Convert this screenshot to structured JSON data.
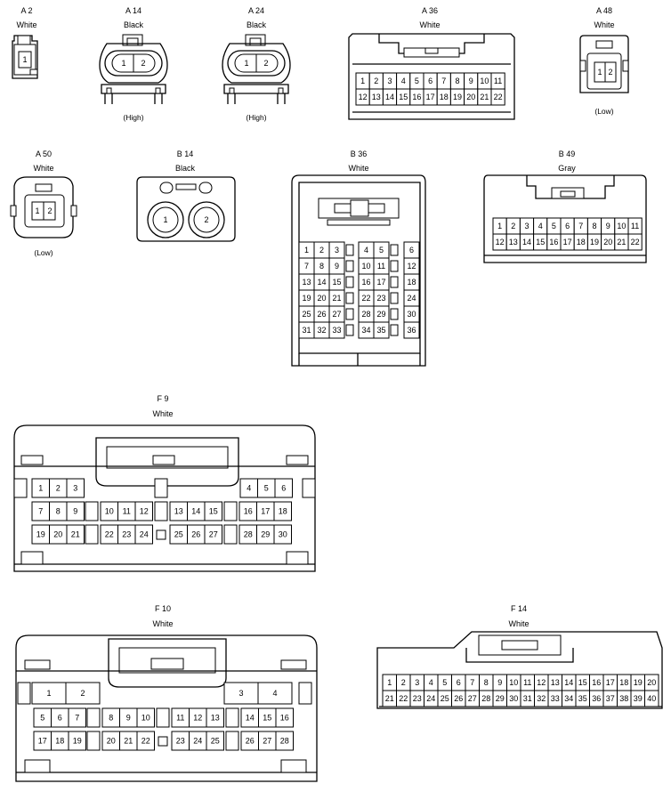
{
  "connectors": {
    "a2": {
      "id": "A 2",
      "color": "White",
      "pins": [
        "1"
      ]
    },
    "a14": {
      "id": "A 14",
      "color": "Black",
      "note": "(High)",
      "pins": [
        "1",
        "2"
      ]
    },
    "a24": {
      "id": "A 24",
      "color": "Black",
      "note": "(High)",
      "pins": [
        "1",
        "2"
      ]
    },
    "a36": {
      "id": "A 36",
      "color": "White",
      "rows": [
        [
          "1",
          "2",
          "3",
          "4",
          "5",
          "6",
          "7",
          "8",
          "9",
          "10",
          "11"
        ],
        [
          "12",
          "13",
          "14",
          "15",
          "16",
          "17",
          "18",
          "19",
          "20",
          "21",
          "22"
        ]
      ]
    },
    "a48": {
      "id": "A 48",
      "color": "White",
      "note": "(Low)",
      "pins": [
        "1",
        "2"
      ]
    },
    "a50": {
      "id": "A 50",
      "color": "White",
      "note": "(Low)",
      "pins": [
        "1",
        "2"
      ]
    },
    "b14": {
      "id": "B 14",
      "color": "Black",
      "pins": [
        "1",
        "2"
      ]
    },
    "b36": {
      "id": "B 36",
      "color": "White",
      "left": [
        [
          "1",
          "2",
          "3"
        ],
        [
          "7",
          "8",
          "9"
        ],
        [
          "13",
          "14",
          "15"
        ],
        [
          "19",
          "20",
          "21"
        ],
        [
          "25",
          "26",
          "27"
        ],
        [
          "31",
          "32",
          "33"
        ]
      ],
      "mid": [
        [
          "4",
          "5"
        ],
        [
          "10",
          "11"
        ],
        [
          "16",
          "17"
        ],
        [
          "22",
          "23"
        ],
        [
          "28",
          "29"
        ],
        [
          "34",
          "35"
        ]
      ],
      "right": [
        "6",
        "12",
        "18",
        "24",
        "30",
        "36"
      ]
    },
    "b49": {
      "id": "B 49",
      "color": "Gray",
      "rows": [
        [
          "1",
          "2",
          "3",
          "4",
          "5",
          "6",
          "7",
          "8",
          "9",
          "10",
          "11"
        ],
        [
          "12",
          "13",
          "14",
          "15",
          "16",
          "17",
          "18",
          "19",
          "20",
          "21",
          "22"
        ]
      ]
    },
    "f9": {
      "id": "F 9",
      "color": "White",
      "row1": [
        "1",
        "2",
        "3",
        "4",
        "5",
        "6"
      ],
      "row2": [
        "7",
        "8",
        "9",
        "10",
        "11",
        "12",
        "13",
        "14",
        "15",
        "16",
        "17",
        "18"
      ],
      "row3": [
        "19",
        "20",
        "21",
        "22",
        "23",
        "24",
        "25",
        "26",
        "27",
        "28",
        "29",
        "30"
      ]
    },
    "f10": {
      "id": "F 10",
      "color": "White",
      "row1": [
        "1",
        "2",
        "3",
        "4"
      ],
      "row2": [
        "5",
        "6",
        "7",
        "8",
        "9",
        "10",
        "11",
        "12",
        "13",
        "14",
        "15",
        "16"
      ],
      "row3": [
        "17",
        "18",
        "19",
        "20",
        "21",
        "22",
        "23",
        "24",
        "25",
        "26",
        "27",
        "28"
      ]
    },
    "f14": {
      "id": "F 14",
      "color": "White",
      "rows": [
        [
          "1",
          "2",
          "3",
          "4",
          "5",
          "6",
          "7",
          "8",
          "9",
          "10",
          "11",
          "12",
          "13",
          "14",
          "15",
          "16",
          "17",
          "18",
          "19",
          "20"
        ],
        [
          "21",
          "22",
          "23",
          "24",
          "25",
          "26",
          "27",
          "28",
          "29",
          "30",
          "31",
          "32",
          "33",
          "34",
          "35",
          "36",
          "37",
          "38",
          "39",
          "40"
        ]
      ]
    }
  }
}
